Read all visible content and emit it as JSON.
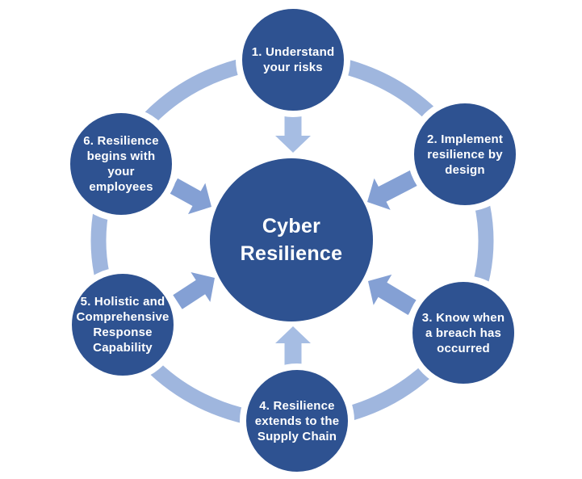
{
  "diagram": {
    "title": "Cyber Resilience",
    "center": {
      "label": "Cyber\nResilience"
    },
    "nodes": [
      {
        "id": "1",
        "position": "top",
        "label": "1. Understand\nyour risks"
      },
      {
        "id": "2",
        "position": "top-right",
        "label": "2. Implement\nresilience by\ndesign"
      },
      {
        "id": "3",
        "position": "bottom-right",
        "label": "3. Know when\na breach has\noccurred"
      },
      {
        "id": "4",
        "position": "bottom",
        "label": "4. Resilience\nextends to the\nSupply Chain"
      },
      {
        "id": "5",
        "position": "bottom-left",
        "label": "5. Holistic and\nComprehensive\nResponse\nCapability"
      },
      {
        "id": "6",
        "position": "top-left",
        "label": "6. Resilience\nbegins with\nyour\nemployees"
      }
    ],
    "theme": {
      "node_fill": "#2E5291",
      "ring_color": "#9FB6DE",
      "arrow_light": "#A6BDE3",
      "arrow_mid": "#84A0D4",
      "text_color": "#FFFFFF",
      "background": "#FFFFFF"
    }
  }
}
